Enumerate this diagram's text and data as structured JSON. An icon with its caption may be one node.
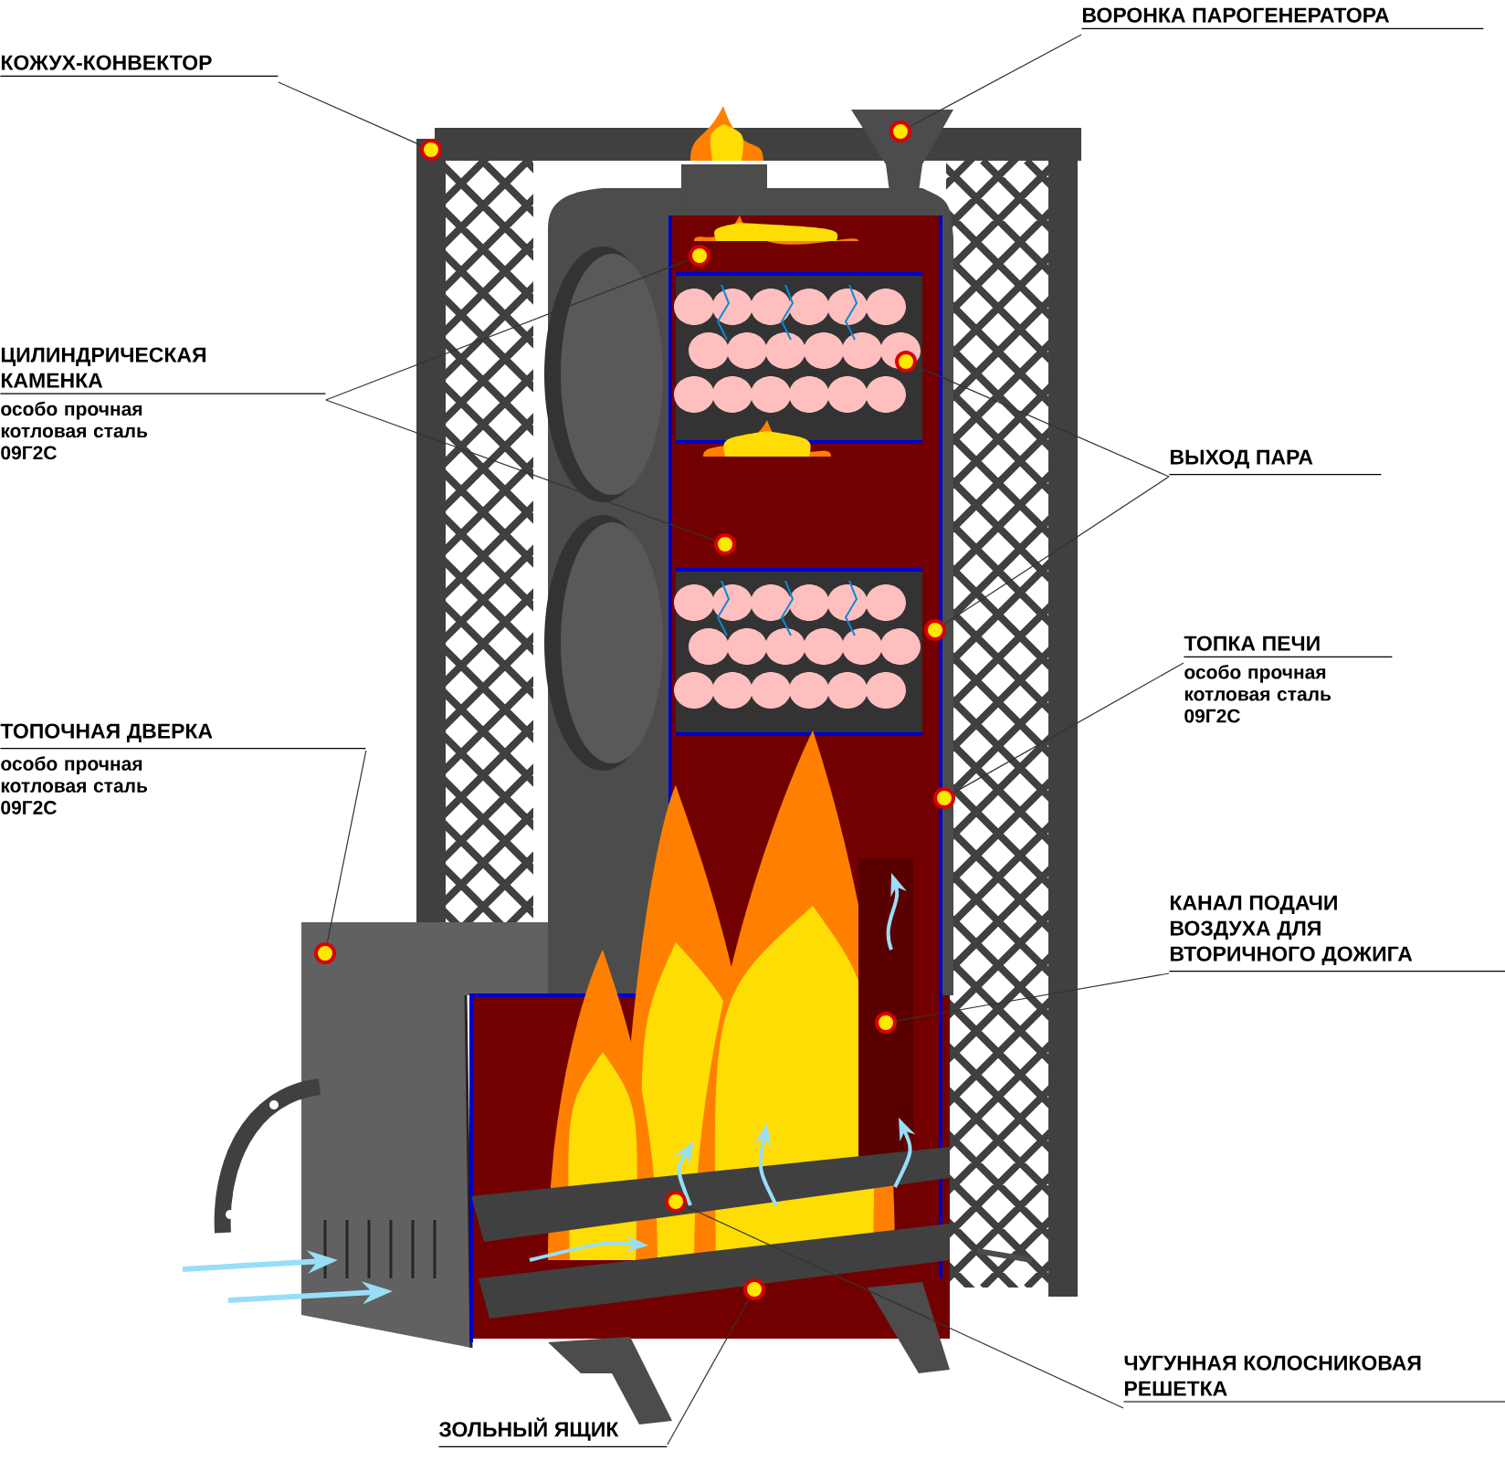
{
  "diagram": {
    "nodes": [
      {
        "text": [
          "КОЖУХ-КОНВЕКТОР"
        ]
      },
      {
        "text": [
          "ВОРОНКА ПАРОГЕНЕРАТОРА"
        ]
      },
      {
        "text": [
          "ЦИЛИНДРИЧЕСКАЯ КАМЕНКА",
          "особо прочная котловая сталь 09Г2С"
        ]
      },
      {
        "text": [
          "ВЫХОД ПАРА"
        ]
      },
      {
        "text": [
          "ТОПКА ПЕЧИ",
          "особо прочная котловая сталь 09Г2С"
        ]
      },
      {
        "text": [
          "ТОПОЧНАЯ ДВЕРКА",
          "особо прочная котловая сталь 09Г2С"
        ]
      },
      {
        "text": [
          "КАНАЛ ПОДАЧИ ВОЗДУХА ДЛЯ ВТОРИЧНОГО ДОЖИГА"
        ]
      },
      {
        "text": [
          "ЧУГУННАЯ КОЛОСНИКОВАЯ РЕШЕТКА"
        ]
      },
      {
        "text": [
          "ЗОЛЬНЫЙ ЯЩИК"
        ]
      },
      {
        "text": [],
        "shape": "circle"
      },
      {
        "text": [],
        "shape": "circle"
      },
      {
        "text": [],
        "shape": "circle"
      },
      {
        "text": [],
        "shape": "circle"
      },
      {
        "text": [],
        "shape": "circle"
      },
      {
        "text": [],
        "shape": "circle"
      },
      {
        "text": [],
        "shape": "circle"
      },
      {
        "text": [],
        "shape": "circle"
      },
      {
        "text": [],
        "shape": "circle"
      },
      {
        "text": [],
        "shape": "circle"
      },
      {
        "text": [],
        "shape": "circle"
      }
    ],
    "edges": [
      {
        "from": 0,
        "to": 9,
        "arrow": "none"
      },
      {
        "from": 1,
        "to": 10,
        "arrow": "none"
      },
      {
        "from": 2,
        "to": 11,
        "arrow": "none"
      },
      {
        "from": 2,
        "to": 12,
        "arrow": "none"
      },
      {
        "from": 3,
        "to": 13,
        "arrow": "none"
      },
      {
        "from": 3,
        "to": 14,
        "arrow": "none"
      },
      {
        "from": 4,
        "to": 15,
        "arrow": "none"
      },
      {
        "from": 5,
        "to": 16,
        "arrow": "none"
      },
      {
        "from": 6,
        "to": 17,
        "arrow": "none"
      },
      {
        "from": 7,
        "to": 18,
        "arrow": "none"
      },
      {
        "from": 8,
        "to": 19,
        "arrow": "none"
      }
    ]
  }
}
